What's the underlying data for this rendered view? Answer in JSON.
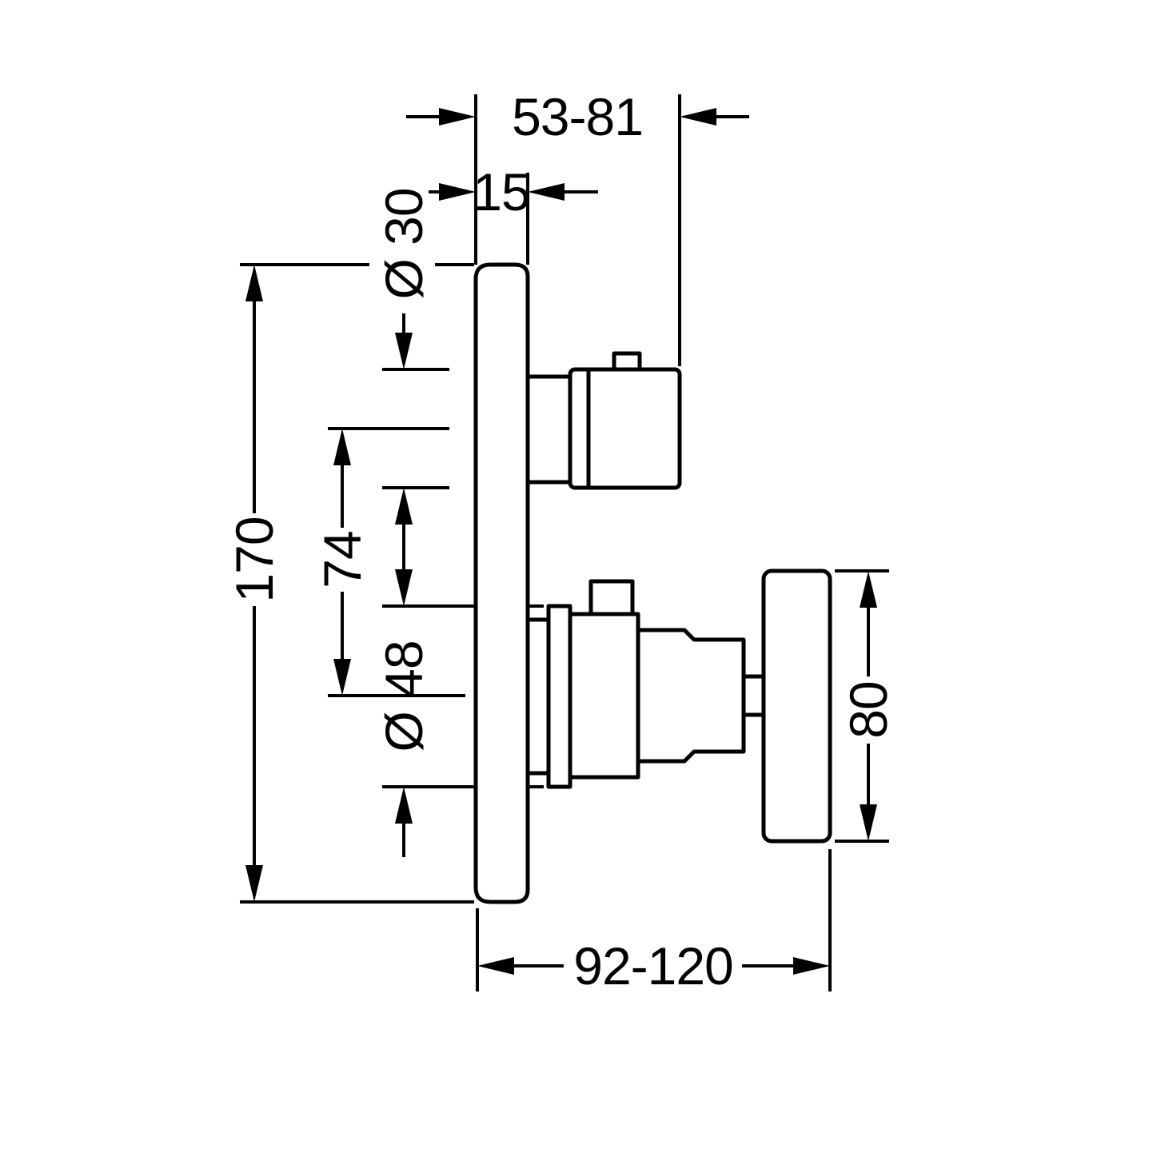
{
  "drawing": {
    "type": "technical-dimension-drawing",
    "subject": "concealed thermostat mixer with cross handle — side elevation",
    "colors": {
      "line": "#000000",
      "background": "#ffffff"
    },
    "labels": {
      "installation_depth_range": "53-81",
      "plate_thickness": "15",
      "handle_diameter": "Ø 30",
      "plate_height": "170",
      "handle_spacing": "74",
      "sleeve_diameter": "Ø 48",
      "cross_handle_height": "80",
      "total_depth_range": "92-120"
    }
  }
}
